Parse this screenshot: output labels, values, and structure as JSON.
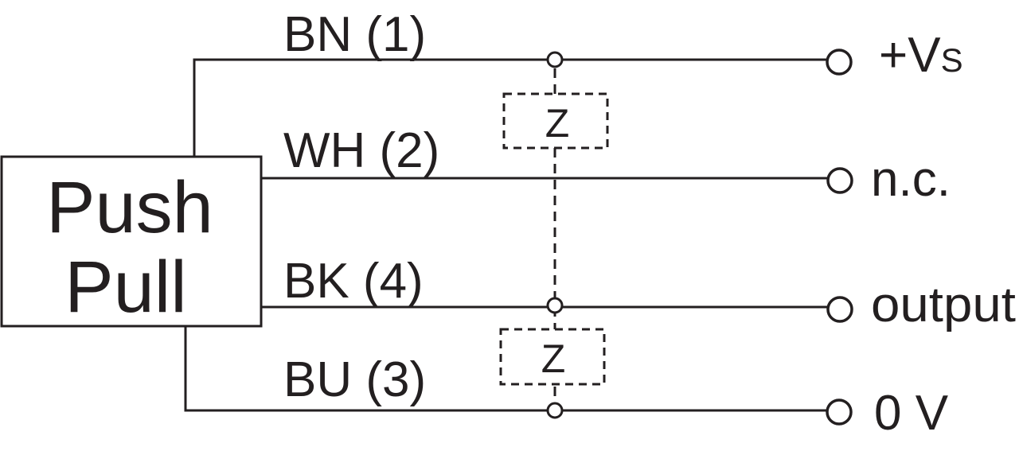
{
  "box": {
    "line1": "Push",
    "line2": "Pull"
  },
  "wires": [
    {
      "label": "BN (1)",
      "terminal": "+V",
      "terminal_sub": "S"
    },
    {
      "label": "WH (2)",
      "terminal": "n.c.",
      "terminal_sub": ""
    },
    {
      "label": "BK (4)",
      "terminal": "output",
      "terminal_sub": ""
    },
    {
      "label": "BU (3)",
      "terminal": "0 V",
      "terminal_sub": ""
    }
  ],
  "loads": [
    {
      "label": "Z"
    },
    {
      "label": "Z"
    }
  ],
  "colors": {
    "line": "#231f20",
    "background": "#ffffff"
  }
}
